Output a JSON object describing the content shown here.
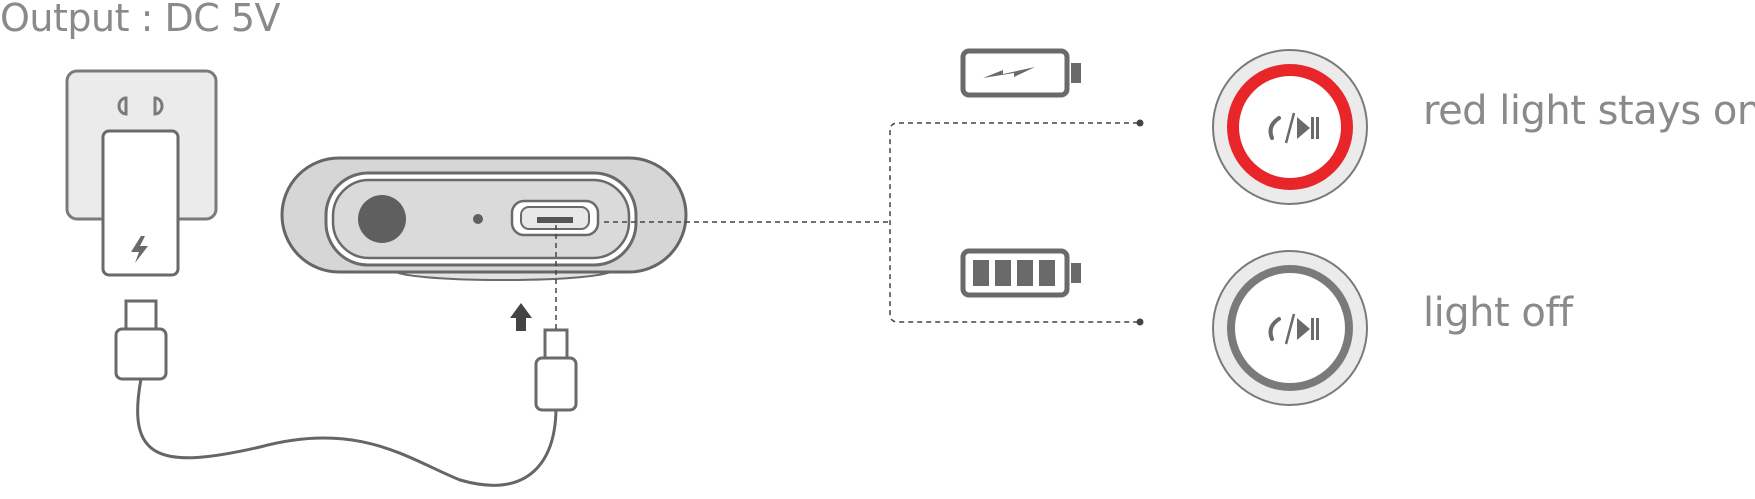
{
  "title": "Output : DC 5V",
  "status": [
    {
      "battery": "battery-charging-icon",
      "light": "red",
      "label": "red light stays on"
    },
    {
      "battery": "battery-full-icon",
      "light": "off",
      "label": "light off"
    }
  ],
  "colors": {
    "line": "#666666",
    "light_gray": "#d3d3d3",
    "fill_gray": "#e9e9e9",
    "dark_gray": "#5f5f5f",
    "red_light": "#e8262a",
    "text": "#8a8a8a"
  }
}
